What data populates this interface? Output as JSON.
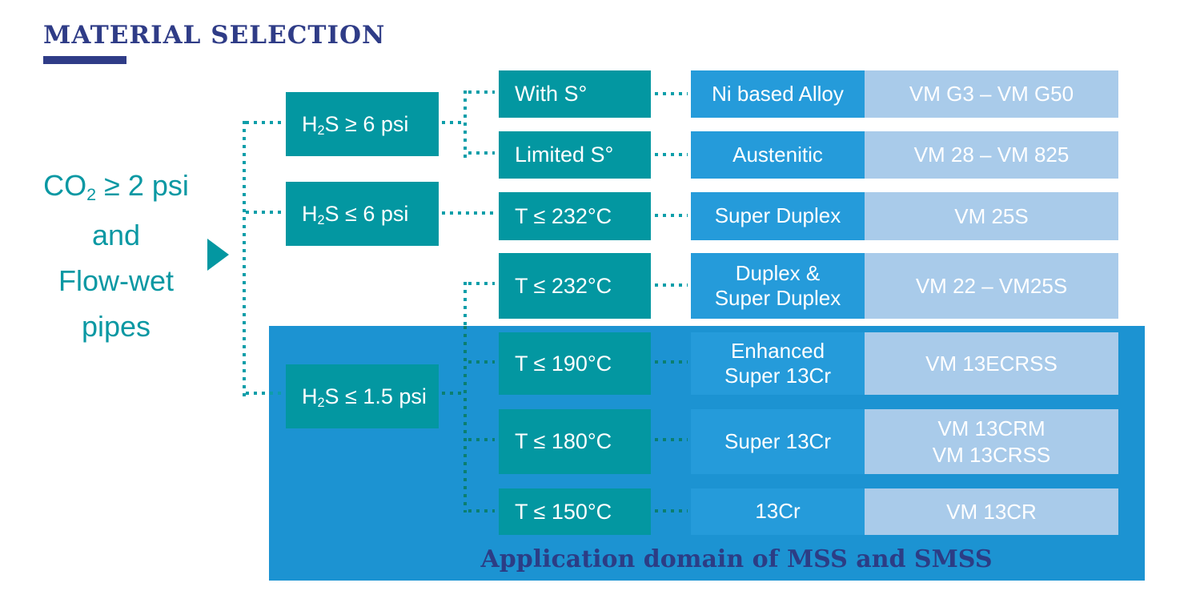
{
  "title": "MATERIAL SELECTION",
  "root": {
    "line1_pre": "CO",
    "line1_sub": "2",
    "line1_post": " ≥ 2 psi",
    "line2": "and",
    "line3": "Flow-wet",
    "line4": "pipes"
  },
  "h2s_boxes": [
    {
      "pre": "H",
      "sub": "2",
      "post": "S ≥ 6 psi"
    },
    {
      "pre": "H",
      "sub": "2",
      "post": "S ≤ 6 psi"
    },
    {
      "pre": "H",
      "sub": "2",
      "post": "S ≤ 1.5 psi"
    }
  ],
  "rows": [
    {
      "condition": "With S°",
      "material_lines": [
        "Ni based Alloy"
      ],
      "grade_lines": [
        "VM G3 – VM G50"
      ]
    },
    {
      "condition": "Limited S°",
      "material_lines": [
        "Austenitic"
      ],
      "grade_lines": [
        "VM 28 – VM 825"
      ]
    },
    {
      "condition": "T ≤ 232°C",
      "material_lines": [
        "Super Duplex"
      ],
      "grade_lines": [
        "VM 25S"
      ]
    },
    {
      "condition": "T ≤ 232°C",
      "material_lines": [
        "Duplex &",
        "Super Duplex"
      ],
      "grade_lines": [
        "VM 22 – VM25S"
      ]
    },
    {
      "condition": "T ≤ 190°C",
      "material_lines": [
        "Enhanced",
        "Super 13Cr"
      ],
      "grade_lines": [
        "VM 13ECRSS"
      ]
    },
    {
      "condition": "T ≤ 180°C",
      "material_lines": [
        "Super 13Cr"
      ],
      "grade_lines": [
        "VM 13CRM",
        "VM 13CRSS"
      ]
    },
    {
      "condition": "T ≤ 150°C",
      "material_lines": [
        "13Cr"
      ],
      "grade_lines": [
        "VM 13CR"
      ]
    }
  ],
  "panel": {
    "caption": "Application domain of MSS and SMSS"
  },
  "colors": {
    "teal": "#0397a1",
    "blue_cell": "#259bda",
    "light_cell": "#a9cbea",
    "panel_blue": "#1c93d2",
    "navy": "#2f3c87",
    "dot_teal": "#0d9ea9",
    "dot_dark": "#0b7f70"
  }
}
